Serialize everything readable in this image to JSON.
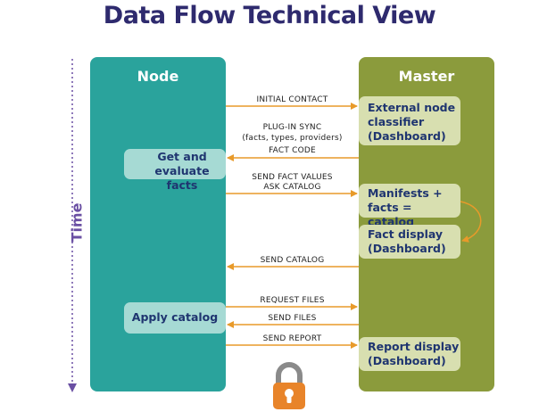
{
  "title": "Data Flow Technical View",
  "time_label": "Time",
  "columns": {
    "node": "Node",
    "master": "Master"
  },
  "node_boxes": {
    "facts": "Get and evaluate facts",
    "apply": "Apply catalog"
  },
  "master_boxes": {
    "classifier": "External node classifier (Dashboard)",
    "manifests": "Manifests + facts = catalog",
    "fact_display": "Fact display (Dashboard)",
    "report_display": "Report display (Dashboard)"
  },
  "messages": {
    "initial_contact": "INITIAL CONTACT",
    "plugin_sync": "PLUG-IN SYNC",
    "plugin_sync_detail": "(facts, types, providers)",
    "fact_code": "FACT CODE",
    "send_fact_values": "SEND FACT VALUES",
    "ask_catalog": "ASK CATALOG",
    "send_catalog": "SEND CATALOG",
    "request_files": "REQUEST FILES",
    "send_files": "SEND FILES",
    "send_report": "SEND REPORT"
  },
  "colors": {
    "title": "#2e2a6e",
    "node_column": "#2aa39c",
    "master_column": "#8b9b3c",
    "arrow": "#e89a2a",
    "time_axis": "#6a4fa3",
    "lock": "#e8842a"
  }
}
